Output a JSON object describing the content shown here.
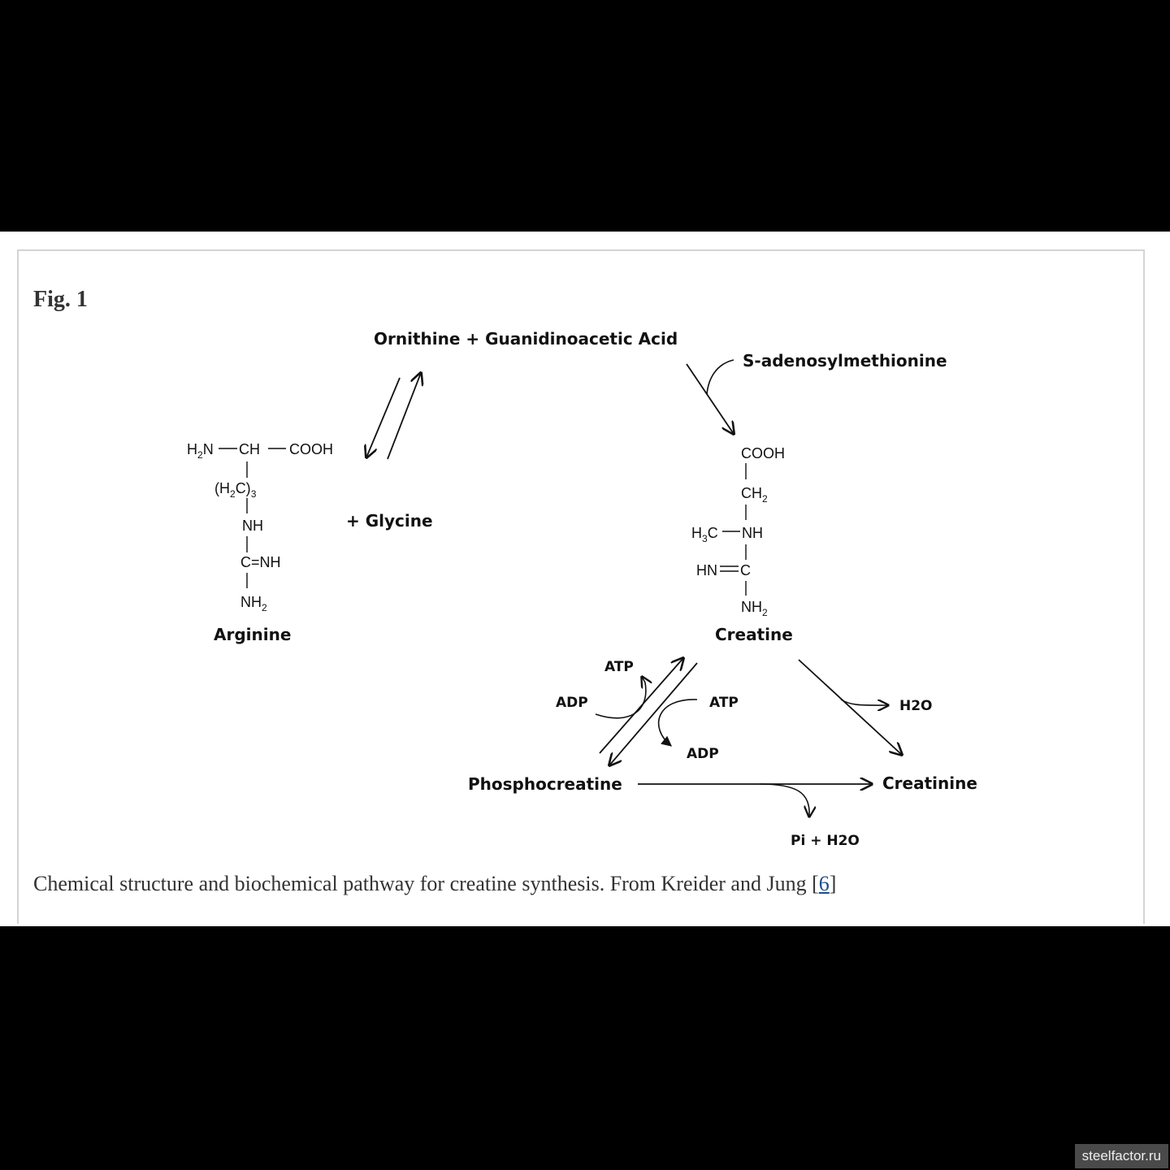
{
  "figure": {
    "label": "Fig. 1",
    "caption_text": "Chemical structure and biochemical pathway for creatine synthesis. From Kreider and Jung [",
    "caption_ref": "6",
    "caption_close": "]"
  },
  "diagram": {
    "top_products": "Ornithine + Guanidinoacetic Acid",
    "cofactor": "S-adenosylmethionine",
    "plus_glycine": "+ Glycine",
    "arginine": {
      "name": "Arginine",
      "row1_a": "H",
      "row1_a_sub": "2",
      "row1_b": "N",
      "row1_c": "CH",
      "row1_d": "COOH",
      "row2_a": "(H",
      "row2_sub1": "2",
      "row2_b": "C)",
      "row2_sub2": "3",
      "row3": "NH",
      "row4": "C=NH",
      "row5": "NH",
      "row5_sub": "2"
    },
    "creatine": {
      "name": "Creatine",
      "row1": "COOH",
      "row2": "CH",
      "row2_sub": "2",
      "row3_a": "H",
      "row3_sub": "3",
      "row3_b": "C",
      "row3_c": "NH",
      "row4_a": "HN",
      "row4_b": "C",
      "row5": "NH",
      "row5_sub": "2"
    },
    "atp_top": "ATP",
    "adp_left": "ADP",
    "atp_right": "ATP",
    "adp_bottom": "ADP",
    "h2o": "H2O",
    "phosphocreatine": "Phosphocreatine",
    "creatinine": "Creatinine",
    "pi_h2o": "Pi + H2O"
  },
  "watermark": "steelfactor.ru"
}
